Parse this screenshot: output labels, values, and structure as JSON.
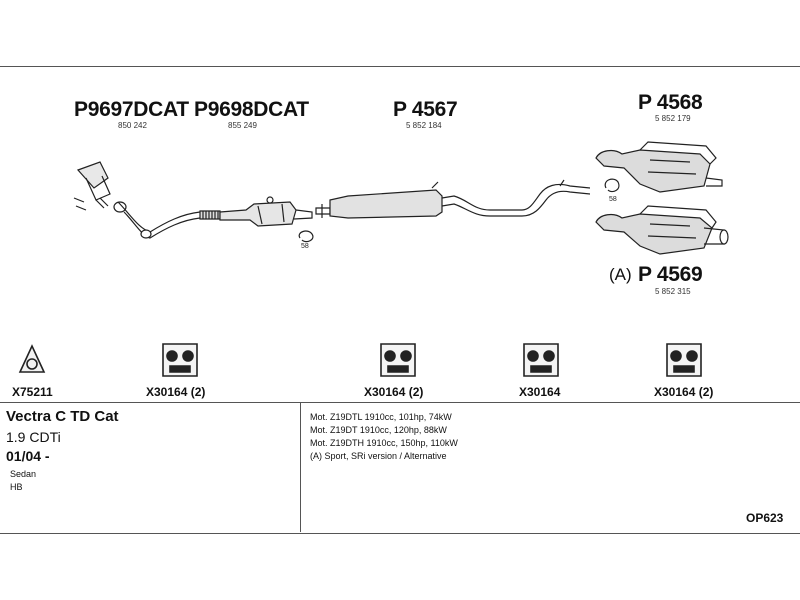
{
  "parts": {
    "cat1": {
      "number": "P9697DCAT",
      "oe": "850 242"
    },
    "cat2": {
      "number": "P9698DCAT",
      "oe": "855 249"
    },
    "middle": {
      "number": "P 4567",
      "oe": "5 852 184"
    },
    "rear": {
      "number": "P 4568",
      "oe": "5 852 179"
    },
    "rear_alt": {
      "prefix": "(A)",
      "number": "P 4569",
      "oe": "5 852 315"
    }
  },
  "hanger_label": "58",
  "fittings": [
    {
      "label": "X75211",
      "icon": "gasket-icon"
    },
    {
      "label": "X30164 (2)",
      "icon": "rubber-hanger-icon"
    },
    {
      "label": "X30164 (2)",
      "icon": "rubber-hanger-icon"
    },
    {
      "label": "X30164",
      "icon": "rubber-hanger-icon"
    },
    {
      "label": "X30164 (2)",
      "icon": "rubber-hanger-icon"
    }
  ],
  "vehicle": {
    "model": "Vectra C TD Cat",
    "engine": "1.9 CDTi",
    "date": "01/04 -",
    "body_types": [
      "Sedan",
      "HB"
    ]
  },
  "engine_notes": [
    "Mot. Z19DTL 1910cc, 101hp, 74kW",
    "Mot. Z19DT 1910cc, 120hp, 88kW",
    "Mot. Z19DTH 1910cc, 150hp, 110kW",
    "(A) Sport, SRi version / Alternative"
  ],
  "reference": "OP623"
}
